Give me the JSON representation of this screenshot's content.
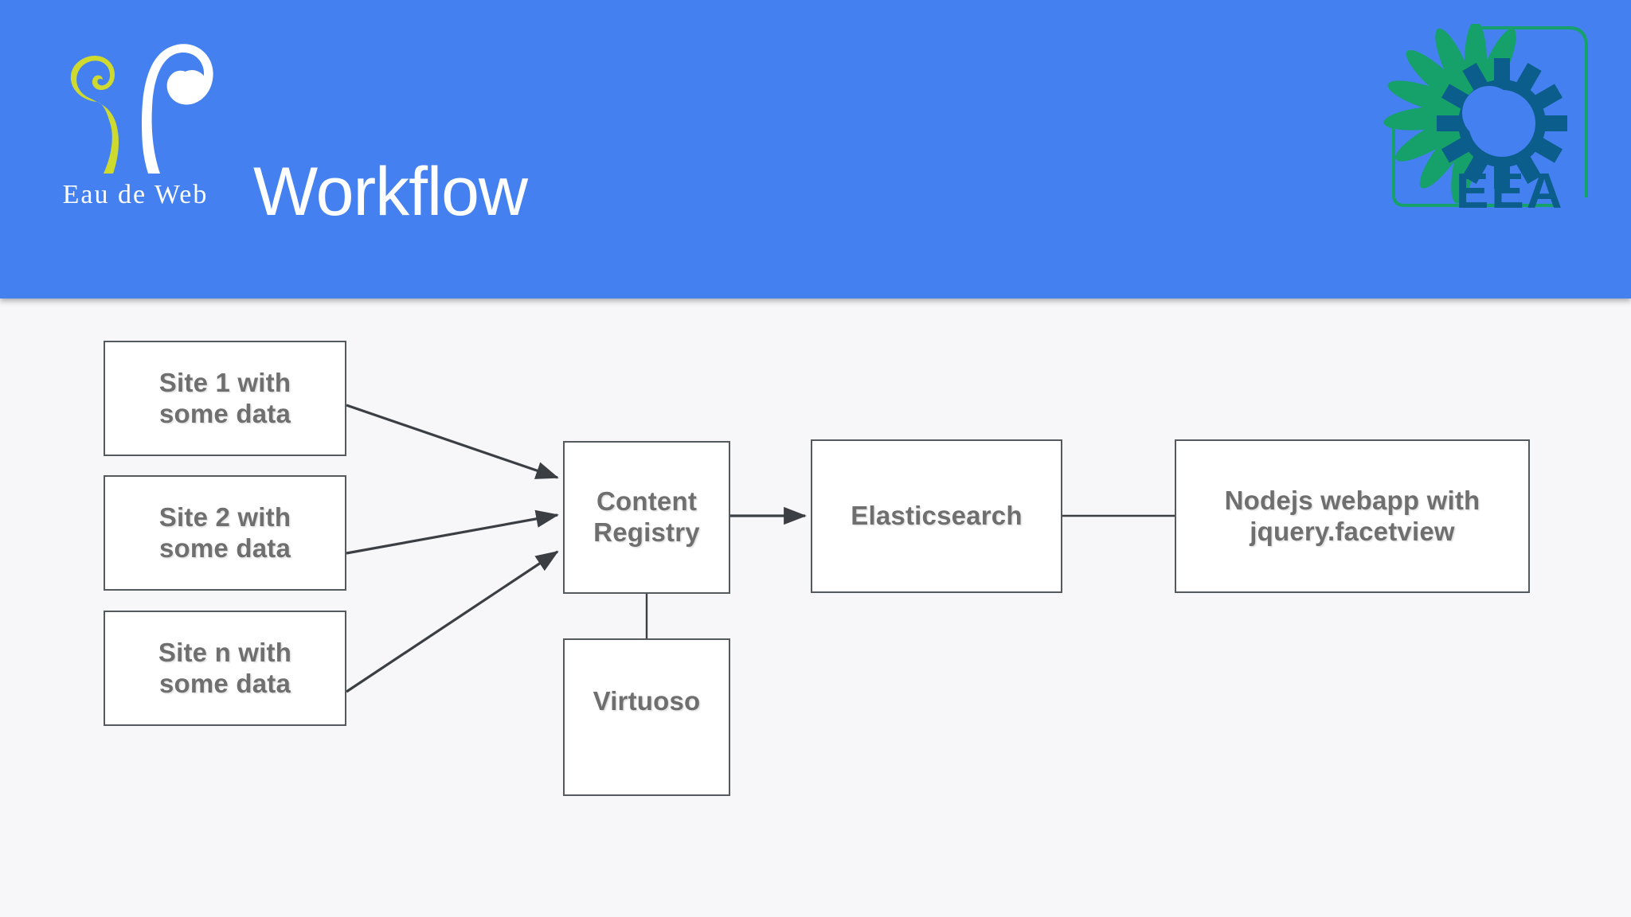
{
  "header": {
    "title": "Workflow",
    "brand_wordmark": "Eau de Web",
    "brand_logo_icon": "eau-de-web-swirl-logo",
    "org_logo_icon": "eea-sunflower-gear-logo",
    "org_abbreviation": "EEA",
    "background_color": "#4580F0",
    "title_color": "#ffffff"
  },
  "diagram": {
    "type": "flowchart",
    "background_color": "#f7f7f9",
    "node_fill": "#ffffff",
    "node_border_color": "#555a5e",
    "node_text_color": "#6f6f6f",
    "nodes": [
      {
        "id": "site1",
        "label": "Site 1 with\nsome data"
      },
      {
        "id": "site2",
        "label": "Site 2 with\nsome data"
      },
      {
        "id": "siten",
        "label": "Site n with\nsome data"
      },
      {
        "id": "registry",
        "label": "Content\nRegistry"
      },
      {
        "id": "virtuoso",
        "label": "Virtuoso"
      },
      {
        "id": "elastic",
        "label": "Elasticsearch"
      },
      {
        "id": "nodejs",
        "label": "Nodejs webapp with\njquery.facetview"
      }
    ],
    "edges": [
      {
        "from": "site1",
        "to": "registry",
        "arrow": true
      },
      {
        "from": "site2",
        "to": "registry",
        "arrow": true
      },
      {
        "from": "siten",
        "to": "registry",
        "arrow": true
      },
      {
        "from": "registry",
        "to": "elastic",
        "arrow": true
      },
      {
        "from": "elastic",
        "to": "nodejs",
        "arrow": false
      },
      {
        "from": "registry",
        "to": "virtuoso",
        "arrow": false
      }
    ]
  }
}
